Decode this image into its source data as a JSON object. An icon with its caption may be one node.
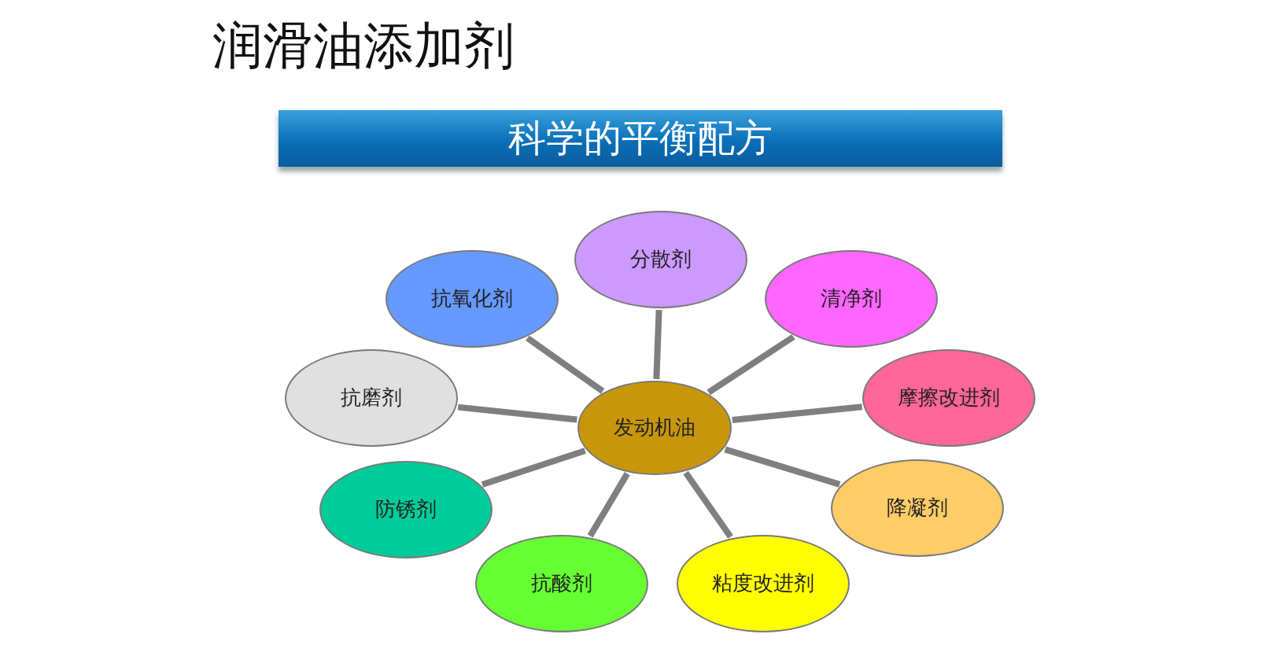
{
  "diagram": {
    "title": "润滑油添加剂",
    "nodes": [
      {
        "text": [
          "科学的平衡配方"
        ]
      },
      {
        "text": [
          "发动机油"
        ]
      },
      {
        "text": [
          "分散剂"
        ]
      },
      {
        "text": [
          "清净剂"
        ]
      },
      {
        "text": [
          "摩擦改进剂"
        ]
      },
      {
        "text": [
          "降凝剂"
        ]
      },
      {
        "text": [
          "粘度改进剂"
        ]
      },
      {
        "text": [
          "抗酸剂"
        ]
      },
      {
        "text": [
          "防锈剂"
        ]
      },
      {
        "text": [
          "抗磨剂"
        ]
      },
      {
        "text": [
          "抗氧化剂"
        ]
      }
    ],
    "edges": [
      {
        "from": 1,
        "to": 2,
        "arrow": "none"
      },
      {
        "from": 1,
        "to": 3,
        "arrow": "none"
      },
      {
        "from": 1,
        "to": 4,
        "arrow": "none"
      },
      {
        "from": 1,
        "to": 5,
        "arrow": "none"
      },
      {
        "from": 1,
        "to": 6,
        "arrow": "none"
      },
      {
        "from": 1,
        "to": 7,
        "arrow": "none"
      },
      {
        "from": 1,
        "to": 8,
        "arrow": "none"
      },
      {
        "from": 1,
        "to": 9,
        "arrow": "none"
      },
      {
        "from": 1,
        "to": 10,
        "arrow": "none"
      }
    ]
  }
}
